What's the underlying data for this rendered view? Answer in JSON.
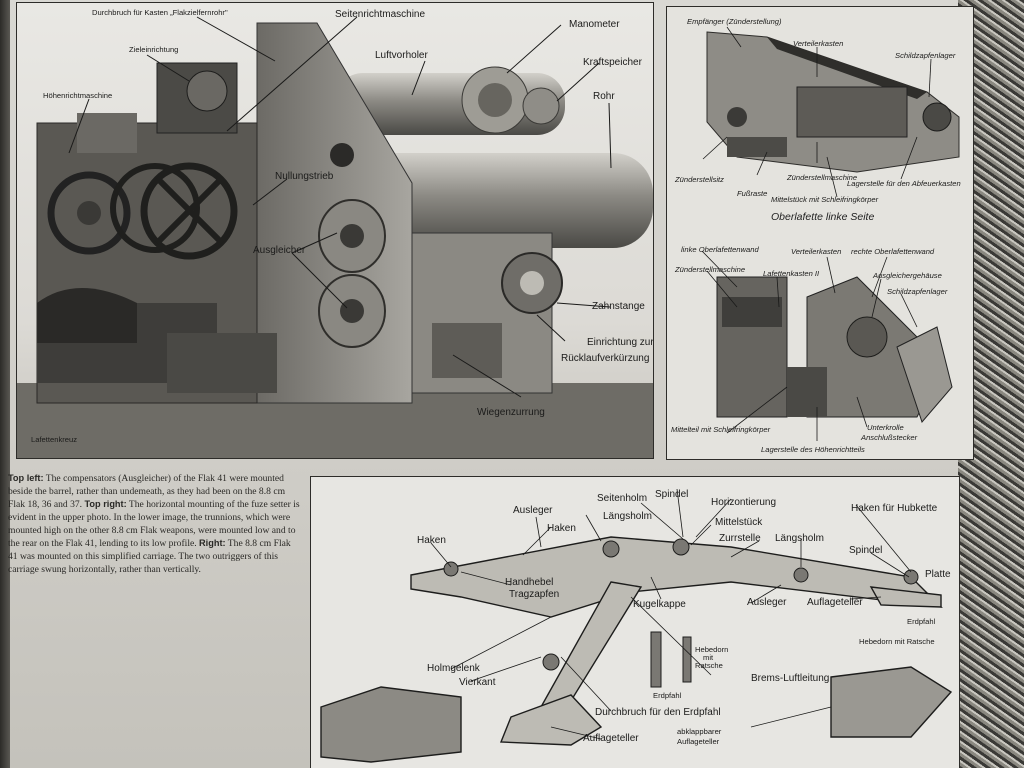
{
  "caption": {
    "top_left_label": "Top left:",
    "top_left_text": " The compensators (Ausgleicher) of the Flak 41 were mounted beside the barrel, rather than undemeath, as they had been on the 8.8 cm Flak 18, 36 and 37. ",
    "top_right_label": "Top right:",
    "top_right_text": " The horizontal mounting of the fuze setter is evident in the upper photo. In the lower image, the trunnions, which were mounted high on the other 8.8 cm Flak weapons, were mounted low and to the rear on the Flak 41, lending to its low profile. ",
    "right_label": "Right:",
    "right_text": " The 8.8 cm Flak 41 was mounted on this simplified carriage. The two outriggers of this carriage swung horizontally, rather than vertically."
  },
  "main_photo": {
    "labels": {
      "durchbruch": "Durchbruch für Kasten „Flakzielfernrohr\"",
      "seitenrichtmaschine": "Seitenrichtmaschine",
      "manometer": "Manometer",
      "zieleinrichtung": "Zieleinrichtung",
      "luftvorholer": "Luftvorholer",
      "kraftspeicher": "Kraftspeicher",
      "hoehenrichtmaschine": "Höhenrichtmaschine",
      "rohr": "Rohr",
      "nullungstrieb": "Nullungstrieb",
      "ausgleicher": "Ausgleicher",
      "zahnstange": "Zahnstange",
      "einrichtung1": "Einrichtung zur",
      "einrichtung2": "Rücklaufverkürzung",
      "wiegenzurrung": "Wiegenzurrung",
      "lafettenkreuz": "Lafettenkreuz"
    }
  },
  "top_right_photo": {
    "upper_caption": "Oberlafette linke Seite",
    "upper_labels": {
      "empfaenger": "Empfänger (Zünderstellung)",
      "verteilerkasten": "Verteilerkasten",
      "schildzapfenlager": "Schildzapfenlager",
      "zuenderstellsitz": "Zünderstellsitz",
      "fussraste": "Fußraste",
      "zuenderstellmaschine": "Zünderstellmaschine",
      "mittelstueck": "Mittelstück mit Schleifringkörper",
      "lagerstelle": "Lagerstelle für den Abfeuerkasten"
    },
    "lower_labels": {
      "linke_wand": "linke Oberlafettenwand",
      "verteilerkasten": "Verteilerkasten",
      "rechte_wand": "rechte Oberlafettenwand",
      "zuenderstellmaschine": "Zünderstellmaschine",
      "lafettenkasten": "Lafettenkasten II",
      "ausgleichergehaeuse": "Ausgleichergehäuse",
      "schildzapfenlager": "Schildzapfenlager",
      "mittelteil": "Mittelteil mit Schleifringkörper",
      "unterkrolle": "Unterkrolle",
      "anschlussstecker": "Anschlußstecker",
      "lagerstelle": "Lagerstelle des Höhenrichtteils"
    }
  },
  "bottom_diagram": {
    "labels": {
      "seitenholm": "Seitenholm",
      "spindel_top": "Spindel",
      "horizontierung": "Horizontierung",
      "haken_fuer_hubkette": "Haken für Hubkette",
      "ausleger_top": "Ausleger",
      "laengsholm_mid": "Längsholm",
      "mittelstueck": "Mittelstück",
      "haken_mid": "Haken",
      "zurrstelle": "Zurrstelle",
      "laengsholm_right": "Längsholm",
      "haken_left": "Haken",
      "spindel_right": "Spindel",
      "platte": "Platte",
      "handhebel": "Handhebel",
      "tragzapfen": "Tragzapfen",
      "kugelkappe": "Kugelkappe",
      "ausleger_right": "Ausleger",
      "auflageteller_right": "Auflageteller",
      "erdpfahl_right": "Erdpfahl",
      "hebedorn_right": "Hebedorn mit Ratsche",
      "hebedorn1": "Hebedorn",
      "hebedorn2": "mit",
      "hebedorn3": "Ratsche",
      "holmgelenk": "Holmgelenk",
      "vierkant": "Vierkant",
      "brems_luftleitung": "Brems-Luftleitung",
      "erdpfahl": "Erdpfahl",
      "durchbruch_erdpfahl": "Durchbruch für den Erdpfahl",
      "auflageteller_bottom": "Auflageteller",
      "abklappbarer1": "abklappbarer",
      "abklappbarer2": "Auflageteller"
    }
  }
}
